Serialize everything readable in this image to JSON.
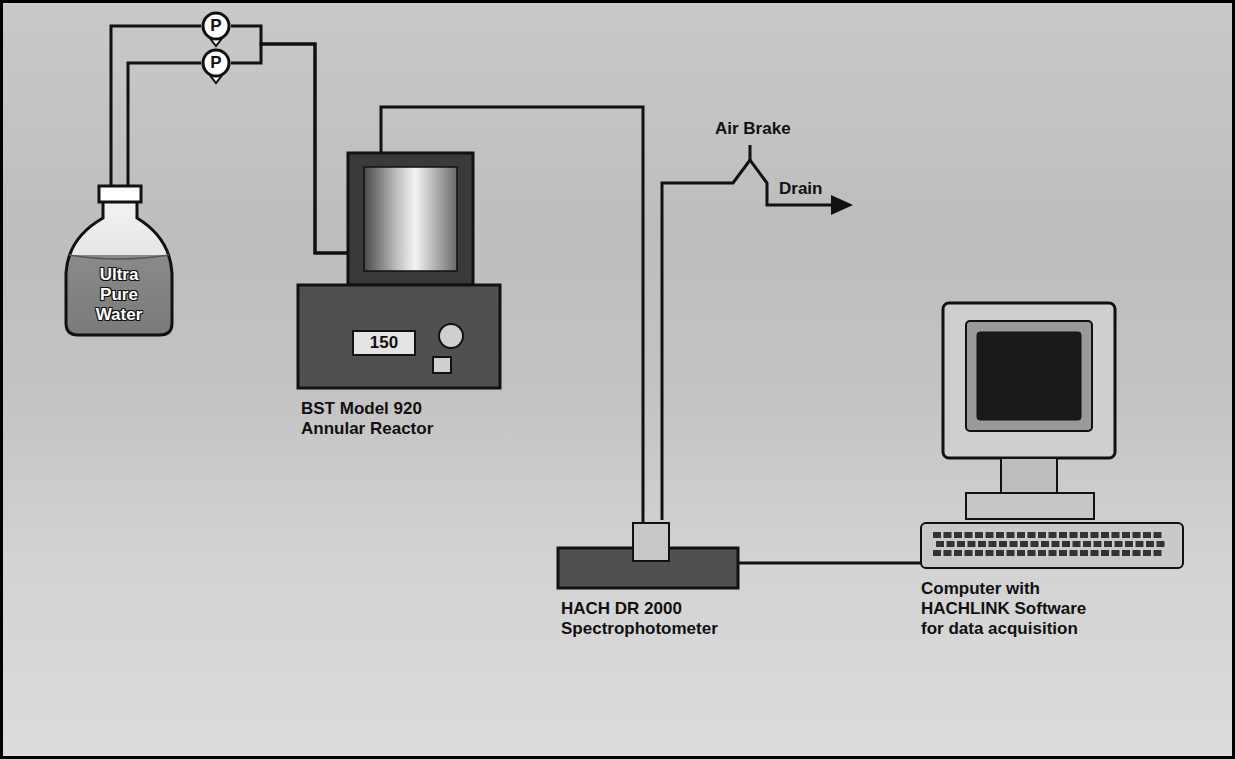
{
  "diagram": {
    "nodes": [
      {
        "text": [
          "P"
        ]
      },
      {
        "text": [
          "P"
        ]
      },
      {
        "text": [
          "Ultra Pure Water"
        ]
      },
      {
        "text": [
          "BST Model 920 Annular Reactor"
        ]
      },
      {
        "text": [
          "150"
        ],
        "in": 3
      },
      {
        "text": [
          "HACH DR 2000 Spectrophotometer"
        ]
      },
      {
        "text": [
          "Computer with HACHLINK Software for data acquisition"
        ]
      }
    ],
    "edges": [
      {
        "from": 2,
        "to": 0,
        "arrow": "none"
      },
      {
        "from": 2,
        "to": 1,
        "arrow": "none"
      },
      {
        "from": 0,
        "to": 3,
        "arrow": "none"
      },
      {
        "from": 1,
        "to": 3,
        "arrow": "none"
      },
      {
        "from": 3,
        "to": 5,
        "arrow": "none"
      },
      {
        "from": 5,
        "to": 6,
        "arrow": "none"
      }
    ],
    "labels": [
      "Air Brake",
      "Drain"
    ]
  }
}
